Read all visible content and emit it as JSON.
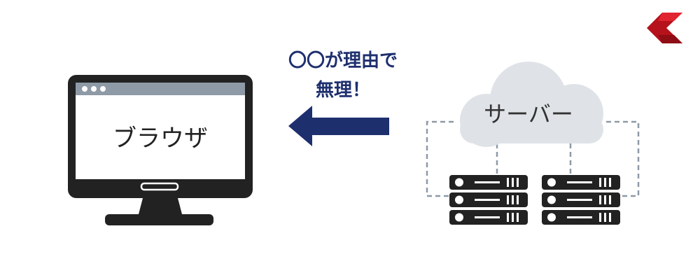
{
  "browser": {
    "label": "ブラウザ"
  },
  "message": {
    "line1": "〇〇が理由で",
    "line2": "無理！"
  },
  "server": {
    "label": "サーバー"
  },
  "colors": {
    "monitor": "#222222",
    "titlebar": "#8e9aa6",
    "arrow": "#1e2f6e",
    "cloud": "#dfe3e8",
    "dashed": "#8e9aa6",
    "server_unit": "#222222",
    "logo_dark": "#b5121b",
    "logo_light": "#e02430"
  },
  "icons": [
    "monitor-icon",
    "cloud-icon",
    "server-rack-icon",
    "left-arrow-icon",
    "brand-logo-icon"
  ]
}
